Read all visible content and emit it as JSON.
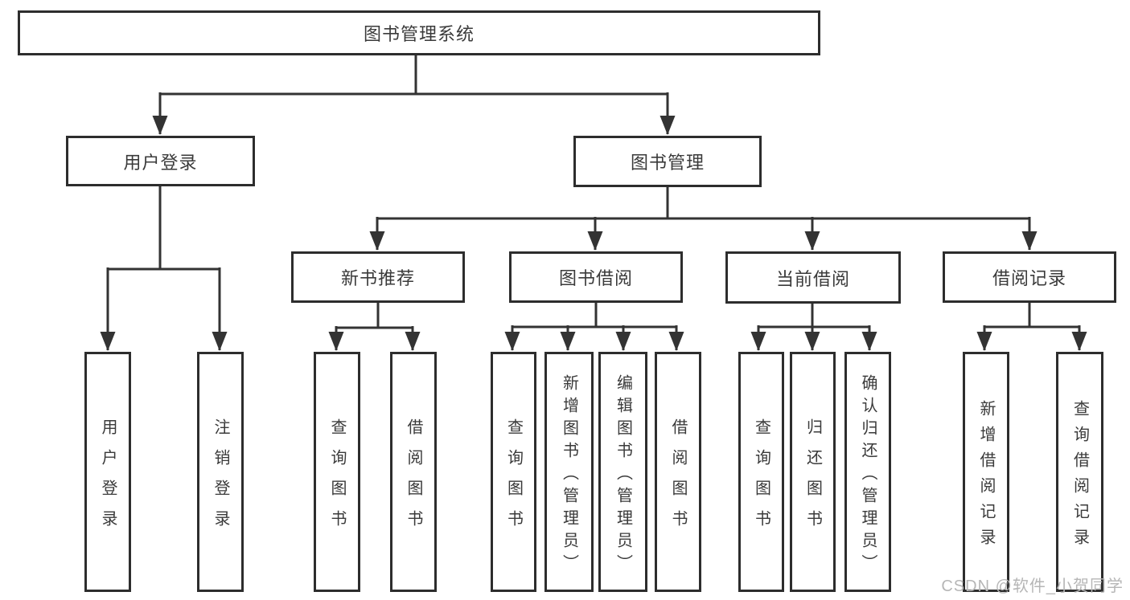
{
  "nodes": {
    "root": "图书管理系统",
    "level2": [
      "用户登录",
      "图书管理"
    ],
    "level3": [
      "新书推荐",
      "图书借阅",
      "当前借阅",
      "借阅记录"
    ],
    "leaves": [
      "用户登录",
      "注销登录",
      "查询图书",
      "借阅图书",
      "查询图书",
      "新增图书（管理员）",
      "编辑图书（管理员）",
      "借阅图书",
      "查询图书",
      "归还图书",
      "确认归还（管理员）",
      "新增借阅记录",
      "查询借阅记录"
    ]
  },
  "watermark": "CSDN @软件_小贺同学",
  "colors": {
    "line": "#333333",
    "box_border": "#2d2d2d",
    "text": "#3a3a3a",
    "watermark": "#b6b6b6",
    "background": "#ffffff"
  }
}
